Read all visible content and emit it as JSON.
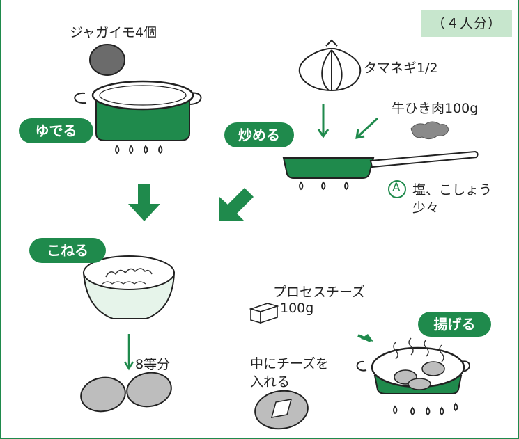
{
  "servings": "（４人分）",
  "ingredients": {
    "potato": "ジャガイモ4個",
    "onion": "タマネギ1/2",
    "beef": "牛ひき肉100g",
    "seasoning_mark": "A",
    "seasoning": [
      "塩、こしょう",
      "少々"
    ],
    "cheese": [
      "プロセスチーズ",
      "100g"
    ]
  },
  "steps": {
    "boil": "ゆでる",
    "fry": "炒める",
    "knead": "こねる",
    "deep_fry": "揚げる"
  },
  "notes": {
    "divide": "8等分",
    "cheese_inside": [
      "中にチーズを",
      "入れる"
    ]
  },
  "colors": {
    "accent": "#1f8a4c",
    "badge_bg": "#c7e6cd",
    "outline": "#222222"
  }
}
